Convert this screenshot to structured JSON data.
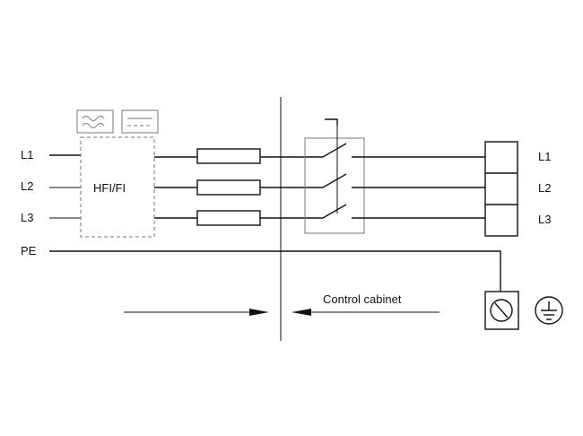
{
  "labels": {
    "left_l1": "L1",
    "left_l2": "L2",
    "left_l3": "L3",
    "left_pe": "PE",
    "rcd": "HFI/FI",
    "right_l1": "L1",
    "right_l2": "L2",
    "right_l3": "L3",
    "control_cabinet": "Control cabinet"
  },
  "icons": {
    "ac_symbol": "ac-wave-icon",
    "dc_symbol": "dc-icon",
    "earth": "ground-icon",
    "terminal": "earth-terminal-icon"
  },
  "colors": {
    "line": "#111111",
    "box_outline": "#777777"
  }
}
